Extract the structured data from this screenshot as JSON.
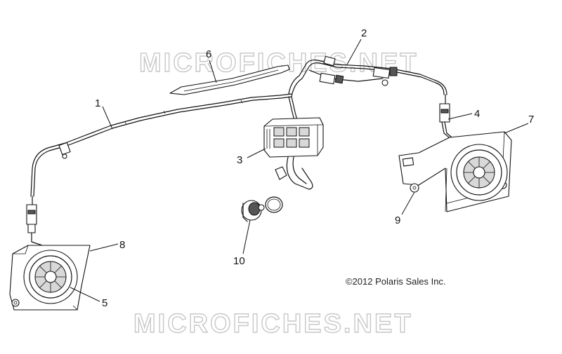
{
  "watermark": {
    "top_text": "MICROFICHES.NET",
    "bottom_text": "MICROFICHES.NET"
  },
  "copyright": "©2012 Polaris Sales Inc.",
  "callouts": [
    {
      "id": "1",
      "label": "1"
    },
    {
      "id": "2",
      "label": "2"
    },
    {
      "id": "3",
      "label": "3"
    },
    {
      "id": "4",
      "label": "4"
    },
    {
      "id": "5",
      "label": "5"
    },
    {
      "id": "6",
      "label": "6"
    },
    {
      "id": "7",
      "label": "7"
    },
    {
      "id": "8",
      "label": "8"
    },
    {
      "id": "9",
      "label": "9"
    },
    {
      "id": "10",
      "label": "10"
    }
  ],
  "parts": {
    "harness": "wire-harness",
    "speaker_left": "speaker-enclosure-left",
    "speaker_right": "speaker-enclosure-right",
    "amplifier": "audio-module",
    "wiper": "antenna-trim",
    "outlet": "power-outlet"
  }
}
